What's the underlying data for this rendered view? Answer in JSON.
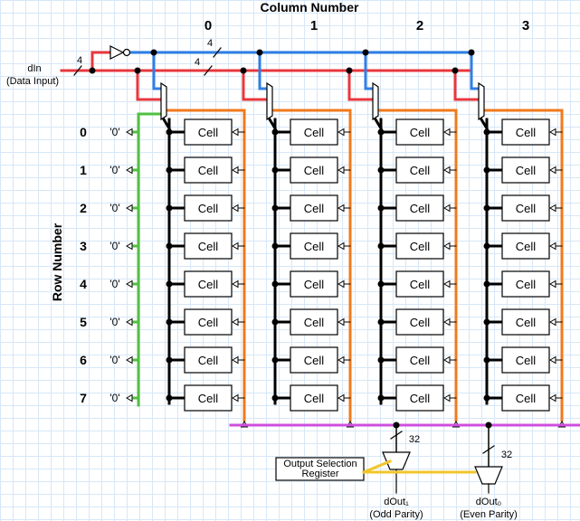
{
  "title": "Column Number",
  "row_axis_label": "Row Number",
  "columns": [
    "0",
    "1",
    "2",
    "3"
  ],
  "rows": [
    "0",
    "1",
    "2",
    "3",
    "4",
    "5",
    "6",
    "7"
  ],
  "cell_label": "Cell",
  "zero_label": "'0'",
  "din": {
    "name": "dIn",
    "desc": "(Data Input)"
  },
  "bus_width_4": "4",
  "bus_width_32": "32",
  "register_label": [
    "Output Selection",
    "Register"
  ],
  "outputs": [
    {
      "name": "dOut₁",
      "desc": "(Odd Parity)"
    },
    {
      "name": "dOut₀",
      "desc": "(Even Parity)"
    }
  ],
  "colors": {
    "data": "#e8373d",
    "select": "#2f7fe6",
    "row_enable": "#52c041",
    "column_out": "#f07a1d",
    "output_bus": "#cf4fdf",
    "register_out": "#f2c52a",
    "wire": "#000000"
  }
}
